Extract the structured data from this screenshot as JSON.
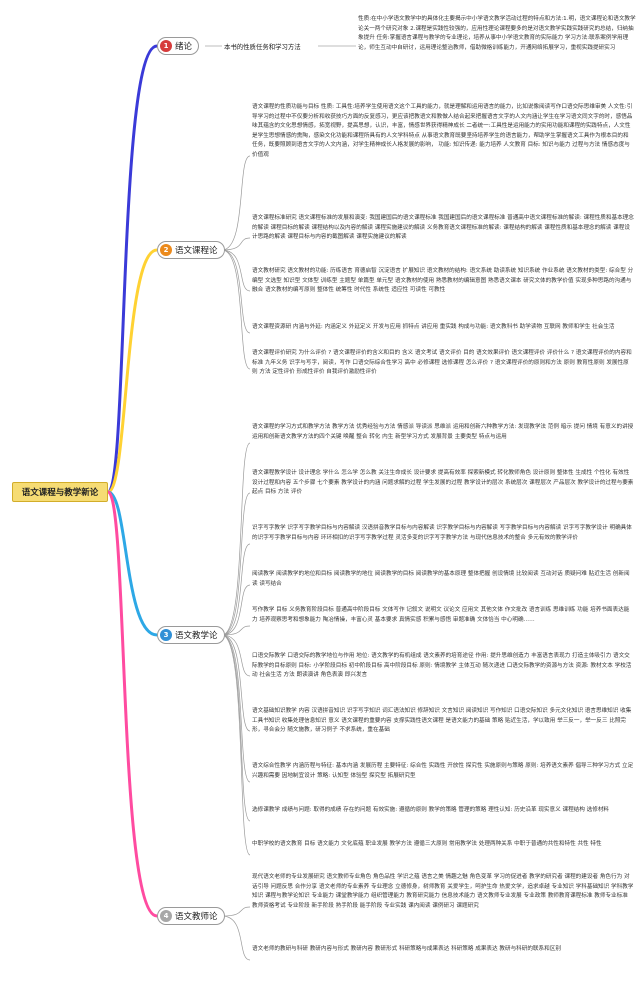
{
  "root": {
    "label": "语文课程与教学新论"
  },
  "colors": {
    "branch1": "#d63b3b",
    "branch2": "#ec8a1c",
    "branch3": "#2f8fd6",
    "branch4": "#a7a7a7",
    "link1": "#3a3ad8",
    "link2": "#ffd233",
    "link3": "#2da8e6",
    "link4": "#ff4ba0"
  },
  "branches": [
    {
      "num": "1",
      "label": "绪论",
      "sub": "本书的性质任务和学习方法",
      "leaves": [
        "性质:在中小学语文教学中的具体化主要揭示中小学语文教学活动过程的特点和方法:1.明，语文课程论和语文教学论关一两个研究对象 2.课程是实践性较强的，应用性理论课程要多的是对语文教学实践实践研究的总结，归纳抽象提升 任务:掌握语言课程与教学的专业理论，培养从事中小学语文教育的实际能力 学习方法:联系案例学用理论，师生互动中自研讨，运用理论整治教师，借助微格训练能力，开通网络拓展学习，重视实践提研实习"
      ]
    },
    {
      "num": "2",
      "label": "语文课程论",
      "sub": "",
      "leaves": [
        "语文课程的性质功能与目标 性质: 工具性:培养学生使用语文这个工具的能力，就是理解和运用语言的能力，比如说像阅读写作口语交际思维审美 人文性:引导学习的过程中不仅要分析和收获技巧方面的反复感习，更应该把教语文和教做人结合起来把握语言文字的人文内涵让学生在学习语文同文字的时，感悟品味其蕴含的文化思想情感，拓宽视野，提高思想，认识，丰富，情感世界获得精神成长 二者统一:工具性是运用能力的实用功能和课程的实践特点，人文性是学生思想情感的熏陶，感染文化功能和课程所具有的人文学科特点 从事语文教育既要坚持培养学生的语言能力，帮助学生掌握语文工具作为根本目的和任务，既要照顾到语言文字的人文内涵，对学生精神成长人格发展的影响， 功能: 知识传递: 能力培养 人文教育 目标: 知识与能力 过程与方法 情感态度与价值观",
        "语文课程标准研究 语文课程标准的发展和演变: 我国建国后的语文课程标准 我国建国后的语文课程标准 普通高中语文课程标准的解读: 课程性质和基本理念的解读 课程目标的解读 课程结构以及内容的解读 课程实施建议的解读 义务教育语文课程标准的解读: 课程结构的解读 课程性质和基本理念的解读 课程设计思路的解读 课程目标与内容的截图解读 课程实施建议的解读",
        "语文教材研究 语文教材的功能: 历练语言 育德启智 沉淀语言 扩展知识 语文教材的结构: 语文系统 助读系统 知识系统 作业系统 语文教材的类型: 综合型 分编型 文选型 知识型 文体型 训练型 主题型 单篇型 单元型 语文教材的使用 熟悉教材的编辑意图 熟悉语文课本 研究文体的教学价值 实现多种思路的沟通与融合 语文教材的编写原则 整体性 统筹性 时代性 系统性 适应性 可读性 可教性",
        "语文课程资源研 内涵与外延: 内涵定义 外延定义 开发与应用 抓特点 讲应用 重实践 构成与功能: 语文教科书 助学读物 互联网 教师和学生 社会生活",
        "语文课程评价研究 为什么评价 ? 语文课程评价的含义和目的 含义 语文考试 语文评价 目的 语文效果评价 语文课程评价 评价什么 ? 语文课程评价的内容和标准 九年义务 识字与写字，阅读，写作 口语交际综合性学习 高中 必修课程 选修课程 怎么评价 ? 语文课程评价的原则和方法 原则 教育性原则 发展性原则 方法 定性评价 形成性评价 自我评价激励性评价"
      ]
    },
    {
      "num": "3",
      "label": "语文教学论",
      "sub": "",
      "leaves": [
        "语文课程的学习方式和教学方法 教学方法 优秀经验与方法 情感派 导读派 思维派 运用和创新六种教学方法: 发现教学法 范例 暗示 提问 情境 有意义的讲授 运用和创新语文教学方法的四个关键 唤醒 整合 转化 内生 新型学习方式 发展背景 主要类型 特点与运用",
        "语文课程教学设计 设计理念 学什么 怎么学 怎么教 关注生命成长 设计要求 提高有效率 探索新模式 转化教师角色 设计原则 整体性 生成性 个性化 有效性 设计过程和内容 五个步骤 七个要素 教学设计的内涵 问题求解的过程 学生发展的过程 教学设计的层次 系统层次 课程层次 产品层次 教学设计的过程与要素 起点 目标 方法 评价",
        "识字写字教学 识字写字教学目标与内容解读 汉语拼音教学目标与内容解读 识字教学目标与内容解读 写字教学目标与内容解读 识字写字教学设计 明确具体的识字写字教学目标与内容 环环相扣的识字写字教学过程 灵活多变的识字写字教学方法 与现代信息技术的整合 多元有效的教学评价",
        "阅读教学 阅读教学的地位和目标 阅读教学的地位 阅读教学的目标 阅读教学的基本原理 整体把握 创设情境 比较阅读 互动对话 质疑问难 贴近生活 创新阅读 读写结合",
        "写作教学 目标 义务教育阶段目标 普通高中阶段目标 文体写作 记叙文 说明文 议论文 应用文 其他文体 作文批改 语言训练 思维训练 功能 培养书面表达能力 培养观察思考和想象能力 陶冶情操，丰富心灵 基本要求 真情实感 积累与感悟 审题准确 文体恰当 中心明确……",
        "口语交际教学 口语交际的教学地位与作用 地位: 语文教学的有机组成 语文素养的培育途径 作用: 提升思维创造力 丰富语言表现力 打造主体吸引力 语文交际教学的目标原则 目标: 小学阶段目标 初中阶段目标 高中阶段目标 原则: 情境教学 主体互动 随次递进 口语交际教学的资源与方法 资源: 教材文本 学校活动 社会生活 方法 朗读演讲 角色表演 即兴发言",
        "语文基础知识教学 内容 汉语拼音知识 识字写字知识 词汇语法知识 修辞知识 文言知识 阅读知识 写作知识 口语交际知识 多元文化知识 语言思维知识 收集工具书知识 收集处理信息知识 意义 语文课程的重要内容 支撑实践性语文课程 是语文能力的基础 策略 贴近生活，学以致用 举三反一，举一反三 比照完形，寻合会分 随文施教，研习例子 不求系统，重在基础",
        "语文综合性教学 内涵历程与特征: 基本内涵 发展历程 主要特征: 综合性 实践性 开放性 探究性 实施原则与策略 原则: 培养语文素养 倡导三种学习方式 立足兴趣和需要 因地制宜设计 策略: 认知型 体验型 探究型 拓展研究型",
        "选修课教学 成绩与问题: 取得的成绩 存在的问题 有效实施: 遵循的原则 教学的策略 管理的策略 理性认知: 历史沿革 现实意义 课程结构 选修材料",
        "中职学校的语文教育 目标 语文能力 文化底蕴 职业发展 教学方法 遵循三大原则 常用教学法 处理两种关系 中职于普通的共性和特性 共性 特性"
      ]
    },
    {
      "num": "4",
      "label": "语文教师论",
      "sub": "",
      "leaves": [
        "现代语文老师的专业发展研究 语文教师专业角色 角色品性 学识之蕴 语言之美 情趣之魅 角色变革 学习的促进者 教学的研究者 课程的建设者 角色行为 对话引导 问题反思 合作分享 语文老师的专业素养 专业理念 立德修身，树师教育 关爱学生，呵护生命 热爱文学，追求卓越 专业知识 学科基础知识 学科教学知识 课程与教学论知识 专业能力 课堂教学能力 组织管理能力 教育研究能力 信息技术能力 语文教师专业发展 专业政策 教师教育课程标准 教师专业标准 教师资格考试 专业阶段 新手阶段 熟手阶段 能手阶段 专业实践 课内阅读 课例研习 课题研究",
        "语文老师的教研与科研 教研内容与形式 教研内容 教研形式 科研策略与成果表达 科研策略 成果表达 教研与科研的联系和区别"
      ]
    }
  ]
}
